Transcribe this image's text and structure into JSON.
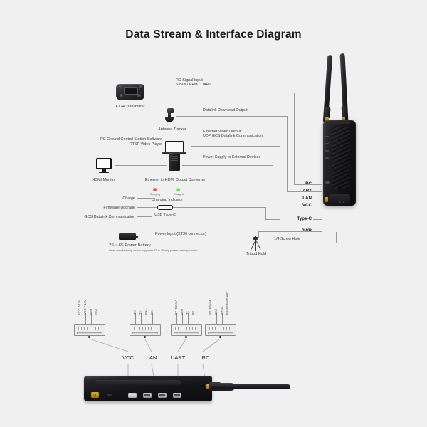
{
  "title": "Data Stream & Interface Diagram",
  "left_devices": {
    "transmitter": "FT24 Transmitter",
    "antenna_tracker": "Antenna Tracker",
    "pc_gcs_line1": "PC Ground Control Station Software",
    "pc_gcs_line2": "RTSP Video Player",
    "hdmi_monitor": "HDMI Monitor",
    "converter": "Ethernet to HDMI Output Converter",
    "battery_label": "2S ~ 6S Power Battery",
    "battery_note": "*Note manufacturing version supported 2S to 4S only, please carefully confirm",
    "tripod": "Tripod Hold"
  },
  "flows": {
    "rc_signal_l1": "RC Signal Input",
    "rc_signal_l2": "S.Bus / PPM / UART",
    "datalink_download": "Datalink Download Output",
    "ethernet_video_l1": "Ethernet Video Output",
    "ethernet_video_l2": "UDP GCS Datalink Communication",
    "power_supply": "Power Supply to External Devices",
    "charging_indicator": "Charging Indicator",
    "usb_type_c": "USB Type-C",
    "power_input": "Power Input (XT30 connector)",
    "screw_hole": "1/4 Screw Hole"
  },
  "usb_functions": {
    "charge": "Charge",
    "firmware": "Firmware Upgrade",
    "gcs": "GCS Datalink Communication"
  },
  "leds": [
    {
      "name": "Charging",
      "color": "#e21d10"
    },
    {
      "name": "Charged",
      "color": "#1fc413"
    }
  ],
  "device_ports": [
    {
      "label": "RC"
    },
    {
      "label": "UART"
    },
    {
      "label": "LAN"
    },
    {
      "label": "VCC"
    },
    {
      "label": "Type-C"
    },
    {
      "label": "PWR"
    }
  ],
  "connectors": [
    {
      "name": "VCC",
      "pins": [
        "VCC 7-17V",
        "VCC 7-17V",
        "Gnd",
        "Gnd"
      ]
    },
    {
      "name": "LAN",
      "pins": [
        "Tx+",
        "Tx-",
        "RX+",
        "RX-"
      ]
    },
    {
      "name": "UART",
      "pins": [
        "5V *500mA",
        "Gnd",
        "Tx",
        "Rx"
      ]
    },
    {
      "name": "RC",
      "pins": [
        "5V *500mA",
        "Gnd",
        "S.Port",
        "PPM/S.bus/UART"
      ]
    }
  ],
  "bottom_port_labels": [
    "VCC",
    "LAN",
    "UART",
    "RC"
  ],
  "unit_logo": "ST2",
  "colors": {
    "background": "#f0f0f0",
    "line": "#9a9a9a",
    "text": "#3c3c3c",
    "title": "#1c1c1c",
    "led_red": "#e21d10",
    "led_green": "#1fc413",
    "gold": "#e0b43e"
  }
}
